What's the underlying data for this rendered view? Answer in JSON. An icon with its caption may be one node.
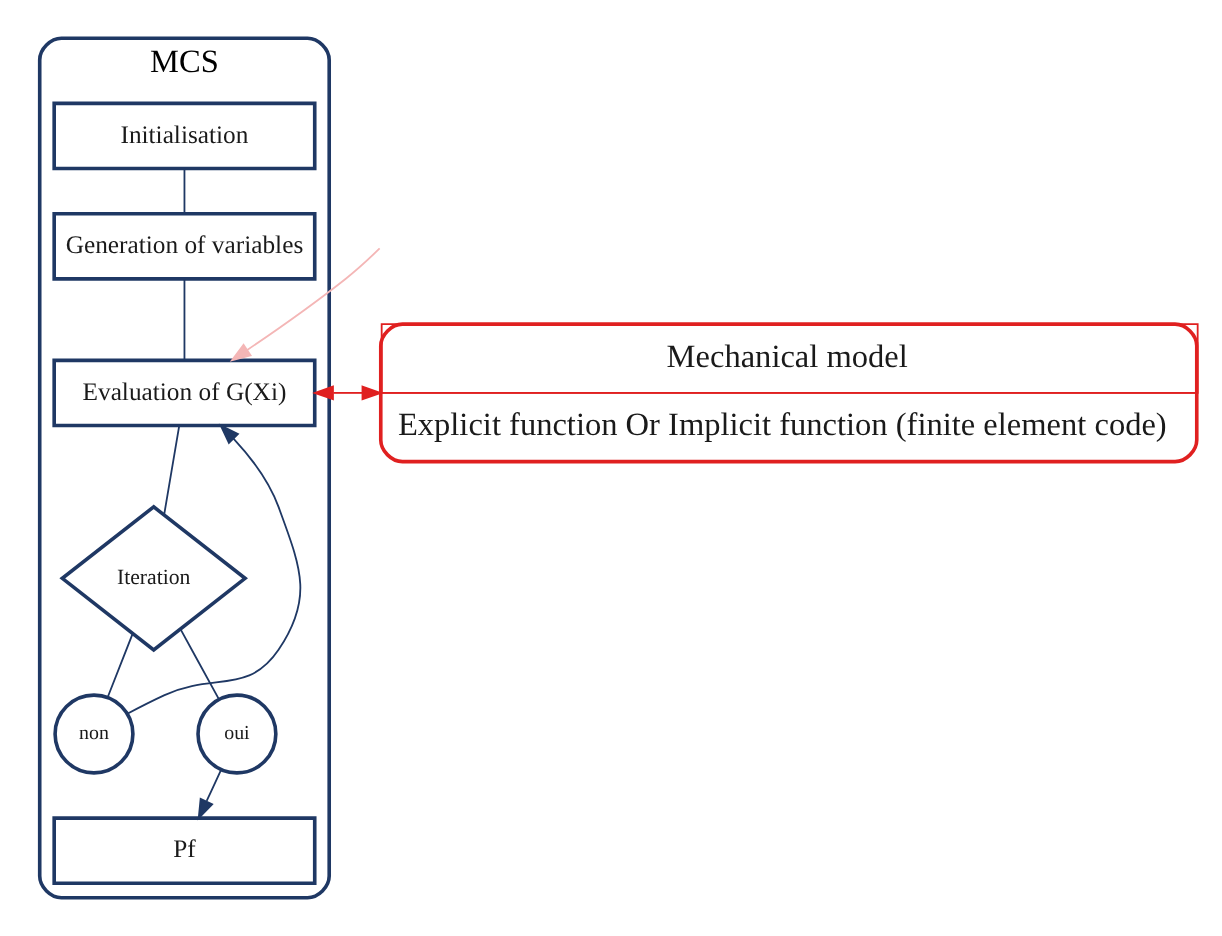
{
  "diagram": {
    "nodes": [
      {
        "text": [
          "MCS"
        ]
      },
      {
        "text": [
          "Initialisation"
        ],
        "in": 0
      },
      {
        "text": [
          "Generation of variables"
        ],
        "in": 0
      },
      {
        "text": [
          "Evaluation of G(Xi)"
        ],
        "in": 0
      },
      {
        "text": [
          "Iteration"
        ],
        "in": 0
      },
      {
        "text": [
          "non"
        ],
        "in": 0
      },
      {
        "text": [
          "oui"
        ],
        "in": 0
      },
      {
        "text": [
          "Pf"
        ],
        "in": 0
      },
      {
        "text": [
          "Mechanical model",
          "Explicit function Or Implicit function (finite element code)"
        ]
      }
    ],
    "edges": [
      {
        "from": 1,
        "to": 2,
        "arrow": "none"
      },
      {
        "from": 2,
        "to": 3,
        "arrow": "none"
      },
      {
        "from": 3,
        "to": 4,
        "arrow": "none"
      },
      {
        "from": 4,
        "to": 5,
        "arrow": "none"
      },
      {
        "from": 5,
        "to": 3,
        "arrow": "to"
      },
      {
        "from": 4,
        "to": 6,
        "arrow": "none"
      },
      {
        "from": 6,
        "to": 7,
        "arrow": "to"
      },
      {
        "from": 8,
        "to": 3,
        "arrow": "both",
        "color": "#e02020"
      },
      {
        "from": null,
        "to": 3,
        "arrow": "to",
        "color": "#f4b6b6"
      }
    ]
  }
}
